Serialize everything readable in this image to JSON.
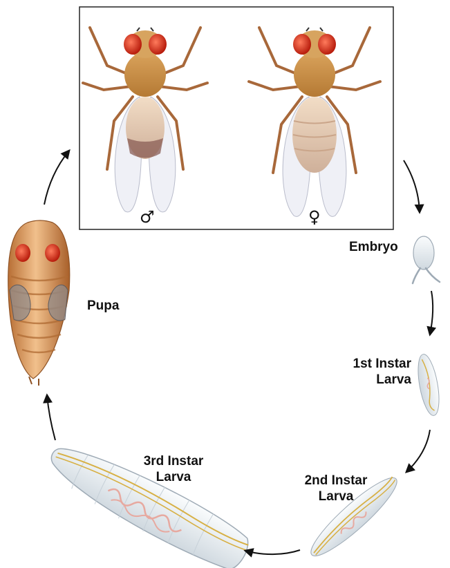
{
  "labels": {
    "embryo": "Embryo",
    "pupa": "Pupa",
    "first_instar": [
      "1st Instar",
      "Larva"
    ],
    "second_instar": [
      "2nd Instar",
      "Larva"
    ],
    "third_instar": [
      "3rd Instar",
      "Larva"
    ]
  },
  "symbols": {
    "male": "♂",
    "female": "♀"
  },
  "colors": {
    "eye": "#d9321f",
    "pupa_body": "#e0a063",
    "larva_body": "#e9eef2",
    "gut": "#e7a9a0",
    "trachea": "#d7b044"
  }
}
